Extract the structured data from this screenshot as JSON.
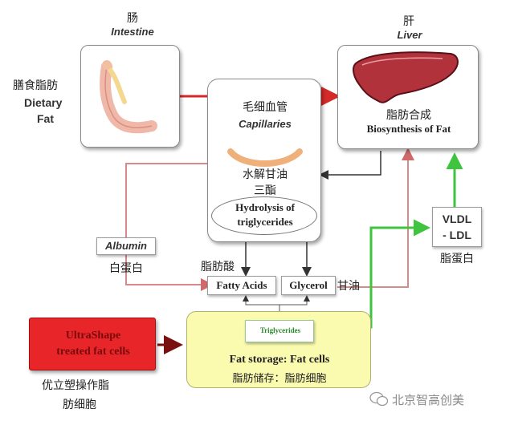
{
  "intestine": {
    "cn": "肠",
    "en": "Intestine"
  },
  "liver": {
    "cn": "肝",
    "en": "Liver"
  },
  "dietary_fat": {
    "cn": "膳食脂肪",
    "en1": "Dietary",
    "en2": "Fat"
  },
  "capillaries": {
    "cn": "毛细血管",
    "en": "Capillaries"
  },
  "biosynthesis": {
    "cn": "脂肪合成",
    "en": "Biosynthesis of Fat"
  },
  "hydrolysis": {
    "cn1": "水解甘油",
    "cn2": "三酯",
    "en1": "Hydrolysis of",
    "en2": "triglycerides"
  },
  "albumin": {
    "en": "Albumin",
    "cn": "白蛋白"
  },
  "fatty_acids": {
    "cn": "脂肪酸",
    "en": "Fatty Acids"
  },
  "glycerol": {
    "en": "Glycerol",
    "cn": "甘油"
  },
  "vldl": {
    "line1": "VLDL",
    "line2": "- LDL",
    "cn": "脂蛋白"
  },
  "ultrashape": {
    "line1": "UltraShape",
    "line2": "treated fat cells",
    "cn1": "优立塑操作脂",
    "cn2": "肪细胞"
  },
  "triglycerides": {
    "en": "Triglycerides"
  },
  "fat_storage": {
    "en": "Fat storage: Fat cells",
    "cn": "脂肪储存：脂肪细胞"
  },
  "watermark": {
    "text": "北京智高创美"
  },
  "colors": {
    "red_arrow": "#d42a2a",
    "pink_line": "#d88a8a",
    "green_arrow": "#3ec43e",
    "ultrashape_fill": "#e8262a",
    "fat_storage_fill": "#fbfbb0"
  }
}
